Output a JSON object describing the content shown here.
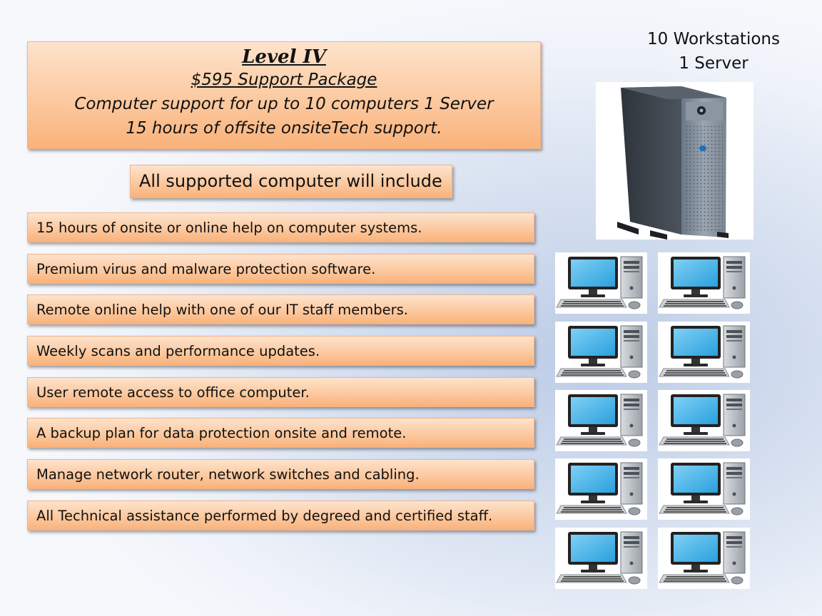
{
  "header": {
    "title": "Level IV",
    "price_line": "$595 Support Package",
    "line1": "Computer support for up to 10 computers 1 Server",
    "line2": "15 hours of offsite onsiteTech support."
  },
  "include_label": "All supported computer will include",
  "features": [
    "15 hours of onsite or online help on computer systems.",
    "Premium virus and malware protection software.",
    "Remote online help with one of our IT staff members.",
    "Weekly scans and performance updates.",
    "User remote access to office computer.",
    "A backup plan for data protection onsite and remote.",
    "Manage network router, network switches and cabling.",
    "All Technical assistance performed by degreed and certified staff."
  ],
  "summary": {
    "workstations": "10 Workstations",
    "server": "1 Server"
  },
  "images": {
    "server": "server-tower-icon",
    "workstation": "desktop-computer-icon"
  },
  "colors": {
    "box_top": "#fde3cc",
    "box_bottom": "#f9b27a",
    "monitor_screen": "#2aa0dd"
  }
}
